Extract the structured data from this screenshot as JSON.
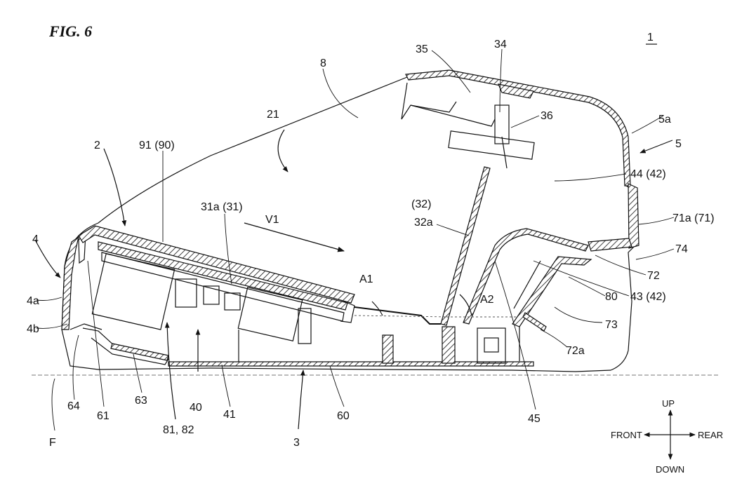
{
  "figure": {
    "title": "FIG. 6",
    "device_ref": "1"
  },
  "refs": {
    "r2": "2",
    "r3": "3",
    "r4": "4",
    "r4a": "4a",
    "r4b": "4b",
    "r5": "5",
    "r5a": "5a",
    "r8": "8",
    "r21": "21",
    "r31a": "31a (31)",
    "r32": "(32)",
    "r32a": "32a",
    "r34": "34",
    "r35": "35",
    "r36": "36",
    "r40": "40",
    "r41": "41",
    "r43": "43 (42)",
    "r44": "44 (42)",
    "r45": "45",
    "r60": "60",
    "r61": "61",
    "r63": "63",
    "r64": "64",
    "r71a": "71a (71)",
    "r72": "72",
    "r72a": "72a",
    "r73": "73",
    "r74": "74",
    "r80": "80",
    "r8182": "81, 82",
    "r91": "91 (90)",
    "rA1": "A1",
    "rA2": "A2",
    "rV1": "V1",
    "rF": "F"
  },
  "directions": {
    "up": "UP",
    "down": "DOWN",
    "front": "FRONT",
    "rear": "REAR"
  }
}
